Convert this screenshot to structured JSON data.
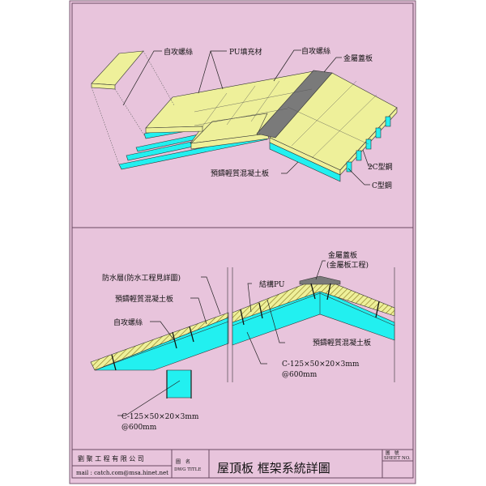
{
  "top_view": {
    "label_screw_left": "自攻螺絲",
    "label_pu_fill": "PU填充材",
    "label_screw_right": "自攻螺絲",
    "label_metal_cover": "金屬蓋板",
    "label_2c_steel": "2C型鋼",
    "label_c_steel": "C型鋼",
    "label_precast_panel": "預鑄輕質混凝土板"
  },
  "section_view": {
    "label_waterproof": "防水層(防水工程見詳圖)",
    "label_precast_panel_left": "預鑄輕質混凝土板",
    "label_screw": "自攻螺絲",
    "label_structural_pu": "結構PU",
    "label_metal_cover": "金屬蓋板",
    "label_metal_cover_note": "(金屬板工程)",
    "label_precast_panel_right": "預鑄輕質混凝土板",
    "label_c_spec_right": "C-125×50×20×3mm",
    "label_c_spacing_right": "@600mm",
    "label_c_spec_left": "C-125×50×20×3mm",
    "label_c_spacing_left": "@600mm"
  },
  "title_block": {
    "company": "劉 聚 工 程 有 限 公 司",
    "mail": "mail : catch.com@msa.hinet.net",
    "dwg_title_zh": "圖　名",
    "dwg_title_en": "DWG TITLE",
    "title": "屋頂板 框架系統詳圖",
    "sheet_no_zh": "圖　號",
    "sheet_no_en": "SHEET NO.",
    "sheet_no_value": ""
  },
  "colors": {
    "paper": "#e8c4dc",
    "panel": "#eef09a",
    "steel": "#22f0f0",
    "metal": "#7a7a7a",
    "line": "#222222"
  }
}
